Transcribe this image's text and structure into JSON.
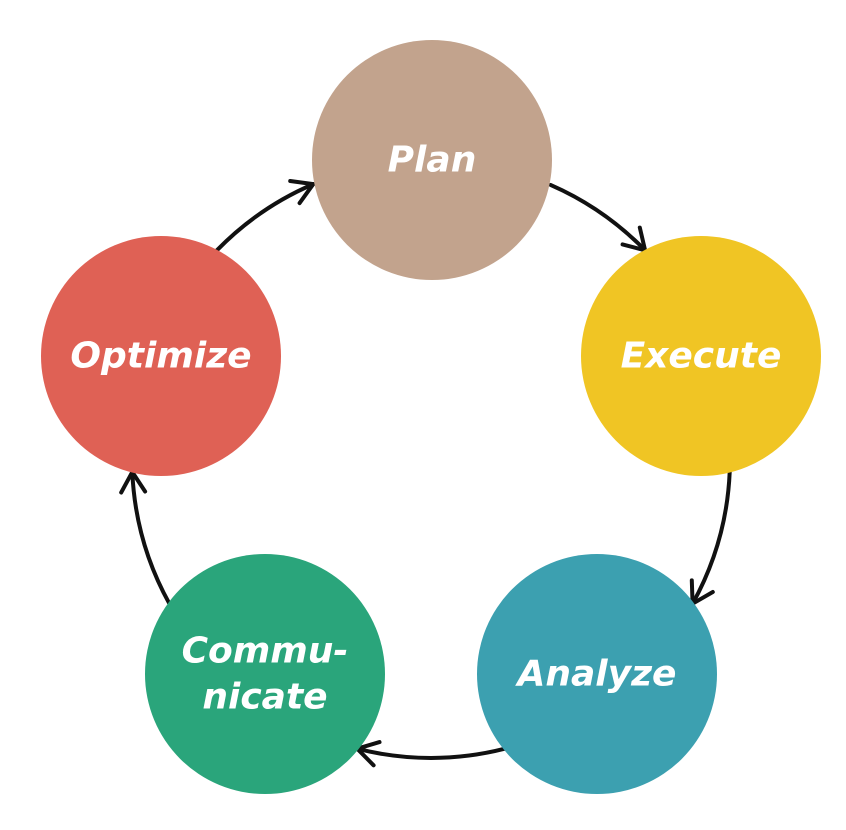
{
  "diagram": {
    "type": "cycle",
    "nodes": [
      {
        "id": "plan",
        "lines": [
          "Plan"
        ],
        "color": "#c2a38d"
      },
      {
        "id": "execute",
        "lines": [
          "Execute"
        ],
        "color": "#f0c524"
      },
      {
        "id": "analyze",
        "lines": [
          "Analyze"
        ],
        "color": "#3ca0b0"
      },
      {
        "id": "communicate",
        "lines": [
          "Commu-",
          "nicate"
        ],
        "color": "#2aa57b"
      },
      {
        "id": "optimize",
        "lines": [
          "Optimize"
        ],
        "color": "#df6155"
      }
    ],
    "edges": [
      {
        "from": "plan",
        "to": "execute"
      },
      {
        "from": "execute",
        "to": "analyze"
      },
      {
        "from": "analyze",
        "to": "communicate"
      },
      {
        "from": "communicate",
        "to": "optimize"
      },
      {
        "from": "optimize",
        "to": "plan"
      }
    ]
  }
}
